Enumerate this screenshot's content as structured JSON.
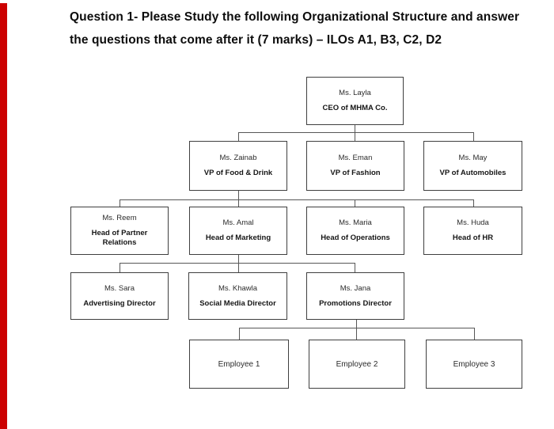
{
  "page": {
    "colors": {
      "accent_bar": "#cc0000",
      "box_border": "#3f3f3f",
      "connector": "#575757",
      "text": "#161616"
    }
  },
  "header": {
    "line1": "Question 1- Please Study the following Organizational Structure and answer",
    "line2": "the questions that come after it (7 marks) – ILOs A1, B3, C2, D2"
  },
  "org_chart": {
    "type": "org-tree",
    "nodes": [
      {
        "id": "layla",
        "name": "Ms. Layla",
        "title": "CEO of MHMA Co.",
        "reports_to": null
      },
      {
        "id": "zainab",
        "name": "Ms. Zainab",
        "title": "VP of Food & Drink",
        "reports_to": "layla"
      },
      {
        "id": "eman",
        "name": "Ms. Eman",
        "title": "VP of Fashion",
        "reports_to": "layla"
      },
      {
        "id": "may",
        "name": "Ms. May",
        "title": "VP of Automobiles",
        "reports_to": "layla"
      },
      {
        "id": "reem",
        "name": "Ms. Reem",
        "title": "Head of Partner Relations",
        "reports_to": "zainab"
      },
      {
        "id": "amal",
        "name": "Ms. Amal",
        "title": "Head of Marketing",
        "reports_to": "zainab"
      },
      {
        "id": "maria",
        "name": "Ms. Maria",
        "title": "Head of Operations",
        "reports_to": "zainab"
      },
      {
        "id": "huda",
        "name": "Ms. Huda",
        "title": "Head of HR",
        "reports_to": "zainab"
      },
      {
        "id": "sara",
        "name": "Ms. Sara",
        "title": "Advertising Director",
        "reports_to": "amal"
      },
      {
        "id": "khawla",
        "name": "Ms. Khawla",
        "title": "Social Media Director",
        "reports_to": "amal"
      },
      {
        "id": "jana",
        "name": "Ms. Jana",
        "title": "Promotions Director",
        "reports_to": "amal"
      },
      {
        "id": "emp1",
        "name": "Employee 1",
        "title": "",
        "reports_to": "jana"
      },
      {
        "id": "emp2",
        "name": "Employee 2",
        "title": "",
        "reports_to": "jana"
      },
      {
        "id": "emp3",
        "name": "Employee 3",
        "title": "",
        "reports_to": "jana"
      }
    ]
  }
}
